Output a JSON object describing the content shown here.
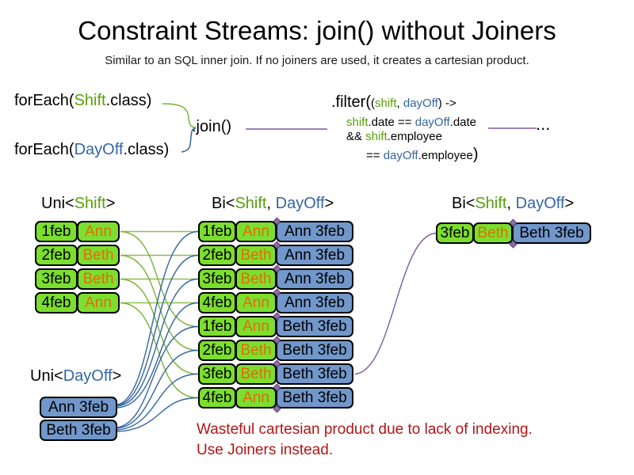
{
  "slide": {
    "title": "Constraint Streams: join() without Joiners",
    "subtitle": "Similar to an SQL inner join. If no joiners are used, it creates a cartesian product."
  },
  "code": {
    "foreach_shift": {
      "pre": "forEach(",
      "cls": "Shift",
      "post": ".class)"
    },
    "foreach_dayoff": {
      "pre": "forEach(",
      "cls": "DayOff",
      "post": ".class)"
    },
    "join_label": ".join()",
    "ellipsis": "...",
    "filter": {
      "head": ".filter(",
      "args": {
        "open": "(",
        "arg1": "shift",
        "sep": ", ",
        "arg2": "dayOff",
        "close": ") ->"
      },
      "line2": {
        "a": "shift",
        "b": ".date == ",
        "c": "dayOff",
        "d": ".date"
      },
      "line3": {
        "a": "&& ",
        "b": "shift",
        "c": ".employee"
      },
      "line4": {
        "a": "== ",
        "b": "dayOff",
        "c": ".employee",
        "close": ")"
      }
    }
  },
  "labels": {
    "uni_shift": {
      "pre": "Uni<",
      "cls": "Shift",
      "post": ">"
    },
    "uni_dayoff": {
      "pre": "Uni<",
      "cls": "DayOff",
      "post": ">"
    },
    "bi_mid": {
      "pre": "Bi<",
      "a": "Shift",
      "sep": ", ",
      "b": "DayOff",
      "post": ">"
    },
    "bi_right": {
      "pre": "Bi<",
      "a": "Shift",
      "sep": ", ",
      "b": "DayOff",
      "post": ">"
    }
  },
  "shift_rows": [
    {
      "date": "1feb",
      "emp": "Ann"
    },
    {
      "date": "2feb",
      "emp": "Beth"
    },
    {
      "date": "3feb",
      "emp": "Beth"
    },
    {
      "date": "4feb",
      "emp": "Ann"
    }
  ],
  "dayoff_rows": [
    {
      "pair": "Ann 3feb"
    },
    {
      "pair": "Beth 3feb"
    }
  ],
  "bi_rows": [
    {
      "date": "1feb",
      "emp": "Ann",
      "pair": "Ann 3feb"
    },
    {
      "date": "2feb",
      "emp": "Beth",
      "pair": "Ann 3feb"
    },
    {
      "date": "3feb",
      "emp": "Beth",
      "pair": "Ann 3feb"
    },
    {
      "date": "4feb",
      "emp": "Ann",
      "pair": "Ann 3feb"
    },
    {
      "date": "1feb",
      "emp": "Ann",
      "pair": "Beth 3feb"
    },
    {
      "date": "2feb",
      "emp": "Beth",
      "pair": "Beth 3feb"
    },
    {
      "date": "3feb",
      "emp": "Beth",
      "pair": "Beth 3feb"
    },
    {
      "date": "4feb",
      "emp": "Ann",
      "pair": "Beth 3feb"
    }
  ],
  "result_row": {
    "date": "3feb",
    "emp": "Beth",
    "pair": "Beth 3feb"
  },
  "warning": {
    "line1": "Wasteful cartesian product due to lack of indexing.",
    "line2": "Use Joiners instead."
  },
  "colors": {
    "shift_green_fill": "#7CDE2E",
    "dayoff_blue_fill": "#7197CB",
    "employee_orange_text": "#E36C0A",
    "shift_green_text": "#57A20B",
    "dayoff_blue_text": "#3465A4",
    "connector_green": "#79B335",
    "connector_blue": "#3465A4",
    "connector_purple": "#7B5B9E",
    "warning_red": "#B21616"
  }
}
